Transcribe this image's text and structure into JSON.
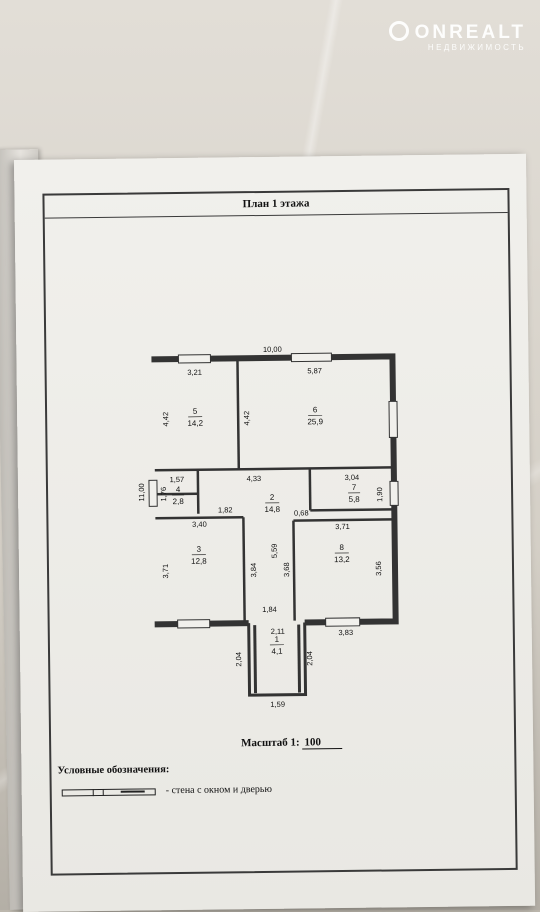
{
  "watermark": {
    "brand": "ONREALT",
    "sub": "НЕДВИЖИМОСТЬ"
  },
  "document": {
    "title": "План 1 этажа",
    "scale_label": "Масштаб 1:",
    "scale_value": "100",
    "legend_title": "Условные обозначения:",
    "legend_text": "- стена с окном и дверью"
  },
  "rooms": [
    {
      "num": "5",
      "area": "14,2"
    },
    {
      "num": "6",
      "area": "25,9"
    },
    {
      "num": "4",
      "area": "2,8"
    },
    {
      "num": "2",
      "area": "14,8"
    },
    {
      "num": "7",
      "area": "5,8"
    },
    {
      "num": "3",
      "area": "12,8"
    },
    {
      "num": "8",
      "area": "13,2"
    },
    {
      "num": "1",
      "area": "4,1"
    }
  ],
  "dimensions": {
    "overall_width": "10,00",
    "overall_height": "11,00",
    "room5_width": "3,21",
    "room6_width": "5,87",
    "room5_height": "4,42",
    "room6_height": "4,42",
    "room4_width": "1,57",
    "room4_height": "1,76",
    "hall_width": "4,33",
    "room7_width": "3,04",
    "room7_height": "1,90",
    "hall_passage": "1,82",
    "hall_gap": "0,68",
    "room3_width": "3,40",
    "room8_width": "3,71",
    "hall_length": "5,59",
    "room3_height": "3,71",
    "room3_inner": "3,84",
    "room8_inner": "3,68",
    "room8_height": "3,56",
    "corridor_bottom": "1,84",
    "porch_top": "2,11",
    "room8_bottom": "3,83",
    "porch_left": "2,04",
    "porch_right": "2,04",
    "porch_bottom": "1,59"
  }
}
